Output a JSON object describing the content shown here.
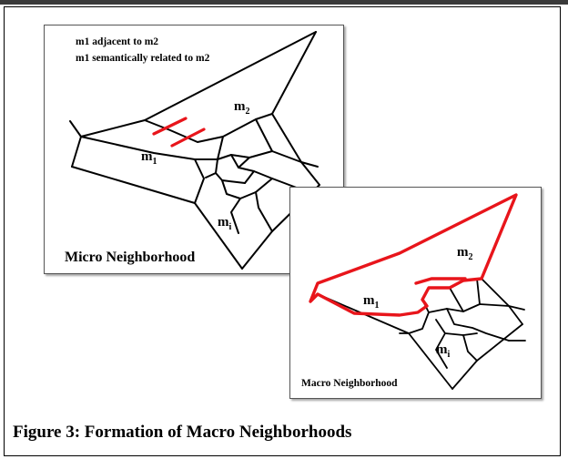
{
  "caption": "Figure 3: Formation of Macro Neighborhoods",
  "micro": {
    "note_line1": "m1 adjacent to m2",
    "note_line2": "m1 semantically related to m2",
    "region_m1_base": "m",
    "region_m1_sub": "1",
    "region_m2_base": "m",
    "region_m2_sub": "2",
    "region_mi_base": "m",
    "region_mi_sub": "i",
    "title": "Micro Neighborhood"
  },
  "macro": {
    "region_m1_base": "m",
    "region_m1_sub": "1",
    "region_m2_base": "m",
    "region_m2_sub": "2",
    "region_mi_base": "m",
    "region_mi_sub": "i",
    "title": "Macro Neighborhood"
  },
  "colors": {
    "highlight": "#e8151b",
    "edge": "#000000"
  }
}
